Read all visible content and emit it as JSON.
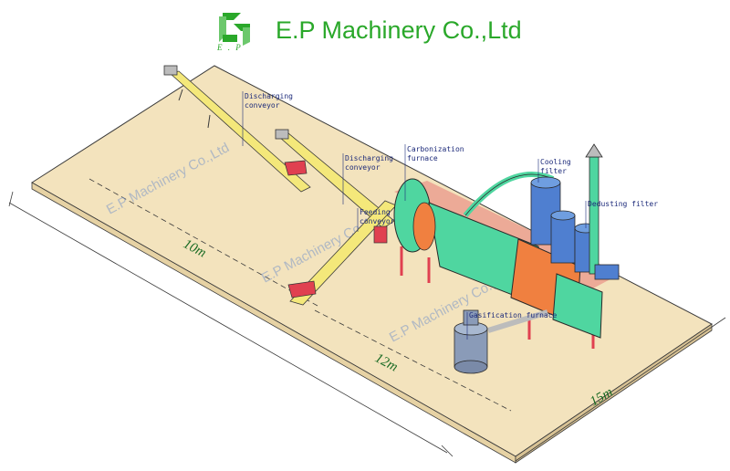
{
  "header": {
    "company_name": "E.P Machinery Co.,Ltd",
    "logo_text": "E . P",
    "brand_color": "#2aa82a"
  },
  "labels": {
    "discharging_conveyor_1": [
      "Discharging",
      "conveyor"
    ],
    "discharging_conveyor_2": [
      "Discharging",
      "conveyor"
    ],
    "carbonization_furnace_top": [
      "Carbonization",
      "furnace"
    ],
    "feeding_conveyor": [
      "Feeding",
      "conveyor"
    ],
    "cooling_filter": [
      "Cooling",
      "filter"
    ],
    "dedusting_filter": [
      "Dedusting filter"
    ],
    "gasification_furnace": [
      "Gasification furnace"
    ]
  },
  "dimensions": {
    "width": "10m",
    "length": "12m",
    "overall": "15m"
  },
  "watermark": "E.P Machinery Co.,Ltd",
  "colors": {
    "floor": "#f3e3bd",
    "conveyor": "#f4e87a",
    "furnace_body": "#4fd6a0",
    "furnace_hot": "#f08040",
    "tanks": "#4f7fd0",
    "frame": "#e04050"
  }
}
